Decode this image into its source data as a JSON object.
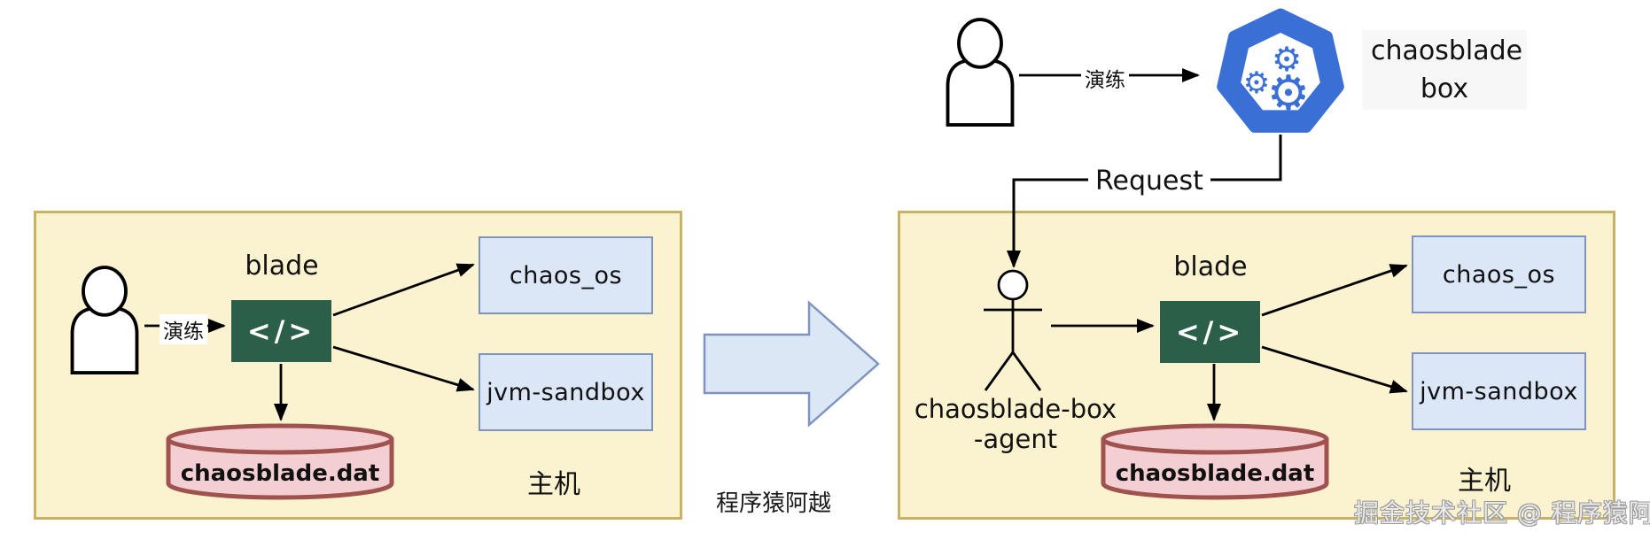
{
  "colors": {
    "host_fill": "#fbf2d0",
    "host_border": "#c9b264",
    "target_fill": "#dbe6f6",
    "target_border": "#7e94bf",
    "blade_green": "#2c5f4a",
    "db_fill": "#f3cfd4",
    "db_border": "#a0524e",
    "logo_blue": "#3a70d6",
    "transition_arrow_fill": "#dce7f6",
    "line_black": "#000000"
  },
  "logo": {
    "label_line1": "chaosblade",
    "label_line2": "box",
    "gear_glyph": "⚙"
  },
  "top_flow": {
    "exercise_label": "演练",
    "request_label": "Request"
  },
  "transition": {
    "watermark": "程序猿阿越"
  },
  "left_host": {
    "title": "主机",
    "exercise_label": "演练",
    "blade_title": "blade",
    "blade_glyph": "</>",
    "targets": [
      "chaos_os",
      "jvm-sandbox"
    ],
    "data_file": "chaosblade.dat"
  },
  "right_host": {
    "title": "主机",
    "agent_line1": "chaosblade-box",
    "agent_line2": "-agent",
    "blade_title": "blade",
    "blade_glyph": "</>",
    "targets": [
      "chaos_os",
      "jvm-sandbox"
    ],
    "data_file": "chaosblade.dat"
  },
  "footer": {
    "watermark": "掘金技术社区 @ 程序猿阿越"
  }
}
